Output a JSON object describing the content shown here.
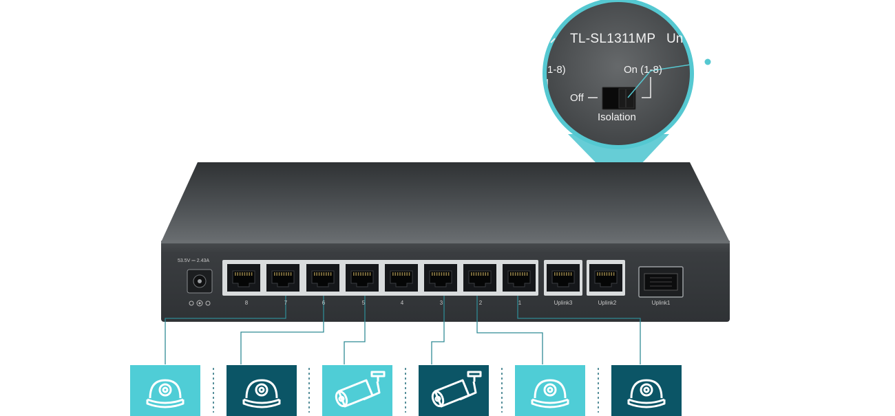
{
  "switch": {
    "power_rating": "53.5V ⎓ 2.43A",
    "port_labels": [
      "8",
      "7",
      "6",
      "5",
      "4",
      "3",
      "2",
      "1",
      "Uplink3",
      "Uplink2",
      "Uplink1"
    ]
  },
  "zoom": {
    "model": "TL-SL1311MP",
    "model_suffix": "Un",
    "left_range": "1-8)",
    "on_label": "On (1-8)",
    "off_label": "Off",
    "switch_label": "Isolation"
  },
  "cameras": [
    {
      "icon": "dome-camera-icon",
      "theme": "light"
    },
    {
      "icon": "dome-camera-icon",
      "theme": "dark"
    },
    {
      "icon": "bullet-camera-icon",
      "theme": "light"
    },
    {
      "icon": "bullet-camera-icon",
      "theme": "dark"
    },
    {
      "icon": "dome-camera-icon",
      "theme": "light"
    },
    {
      "icon": "dome-camera-icon",
      "theme": "dark"
    }
  ],
  "colors": {
    "accent_teal": "#4fcdd6",
    "dark_teal": "#0b5566",
    "chassis": "#3c3f42"
  }
}
